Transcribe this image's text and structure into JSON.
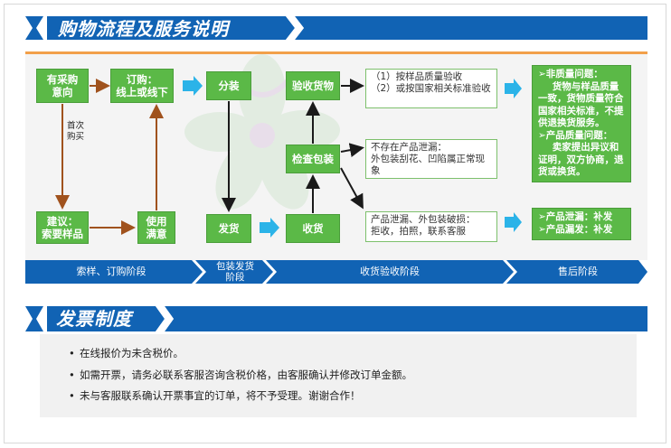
{
  "flow_section": {
    "title": "购物流程及服务说明"
  },
  "flow": {
    "has_need": "有采购\n意向",
    "order": "订购：\n线上或线下",
    "first_purchase": "首次\n购买",
    "sample": "建议：\n索要样品",
    "satisfied": "使用\n满意",
    "split": "分装",
    "ship": "发货",
    "inspect_goods": "验收货物",
    "check_package": "检查包装",
    "receive": "收货",
    "inspect_note_1": "（1）按样品质量验收",
    "inspect_note_2": "（2）或按国家相关标准验收",
    "package_note": "不存在产品泄漏：\n外包装刮花、凹陷属正常现象",
    "receive_note": "产品泄漏、外包装破损：\n拒收，拍照，联系客服",
    "aftersale_quality_head": "➢非质量问题：",
    "aftersale_quality_body": "货物与样品质量一致，货物质量符合国家相关标准，不提供退换货服务。",
    "aftersale_product_head": "➢产品质量问题：",
    "aftersale_product_body": "卖家提出异议和证明，双方协商，退货或换货。",
    "aftersale_leak": "➢产品泄漏：补发",
    "aftersale_short": "➢产品漏发：补发"
  },
  "stages": [
    "索样、订购阶段",
    "包装发货\n阶段",
    "收货验收阶段",
    "售后阶段"
  ],
  "invoice_section": {
    "title": "发票制度",
    "items": [
      "在线报价为未含税价。",
      "如需开票，请务必联系客服咨询含税价格，由客服确认并修改订单金额。",
      "未与客服联系确认开票事宜的订单，将不予受理。谢谢合作！"
    ]
  },
  "colors": {
    "banner_blue": "#1163b4",
    "green": "#5bb947",
    "arrow_cyan": "#2bb3e8",
    "arrow_brown": "#a0521d",
    "orange_line": "#f2a04a"
  }
}
